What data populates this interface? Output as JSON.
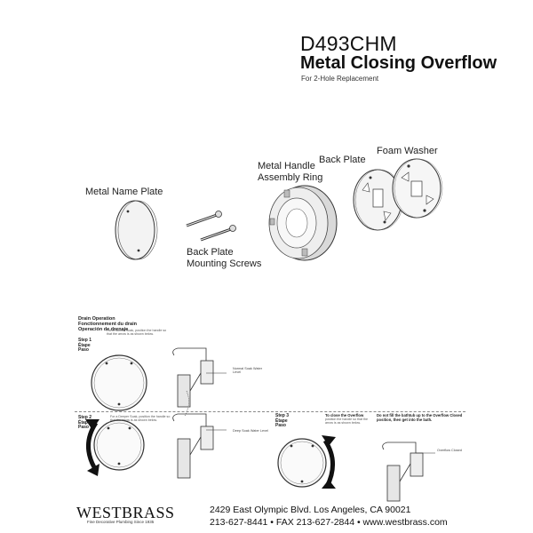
{
  "header": {
    "model": "D493CHM",
    "title": "Metal Closing Overflow",
    "subtitle": "For 2-Hole Replacement"
  },
  "parts": {
    "name_plate": "Metal Name Plate",
    "screws_line1": "Back Plate",
    "screws_line2": "Mounting Screws",
    "ring_line1": "Metal Handle",
    "ring_line2": "Assembly Ring",
    "back_plate": "Back Plate",
    "foam_washer": "Foam Washer"
  },
  "instructions": {
    "drain_operation": {
      "en": "Drain Operation",
      "fr": "Fonctionnement du drain",
      "es": "Operación de drenaje"
    },
    "step1": {
      "label": "Step 1",
      "fr": "Étape",
      "es": "Paso",
      "text": "For a Normal Soak, position the handle so that the arrow is as shown below."
    },
    "step1_callout": "Normal Soak Water Level",
    "step2": {
      "label": "Step 2",
      "fr": "Étape",
      "es": "Paso",
      "text": "For a Deeper Soak, position the handle so that the arrow is as shown below."
    },
    "step2_callout": "Deep Soak Water Level",
    "step3": {
      "label": "Step 3",
      "fr": "Étape",
      "es": "Paso",
      "heading": "To close the Overflow",
      "text": "position the handle so that the arrow is as shown below."
    },
    "caution": "Do not fill the bathtub up to the Overflow Closed position, then get into the bath.",
    "step3_callout": "Overflow Closed"
  },
  "footer": {
    "brand": "WESTBRASS",
    "tagline": "Fine Decorative Plumbing Since 1935",
    "address": "2429 East Olympic Blvd. Los Angeles, CA  90021",
    "phone_line": "213-627-8441 • FAX 213-627-2844 • www.westbrass.com"
  }
}
